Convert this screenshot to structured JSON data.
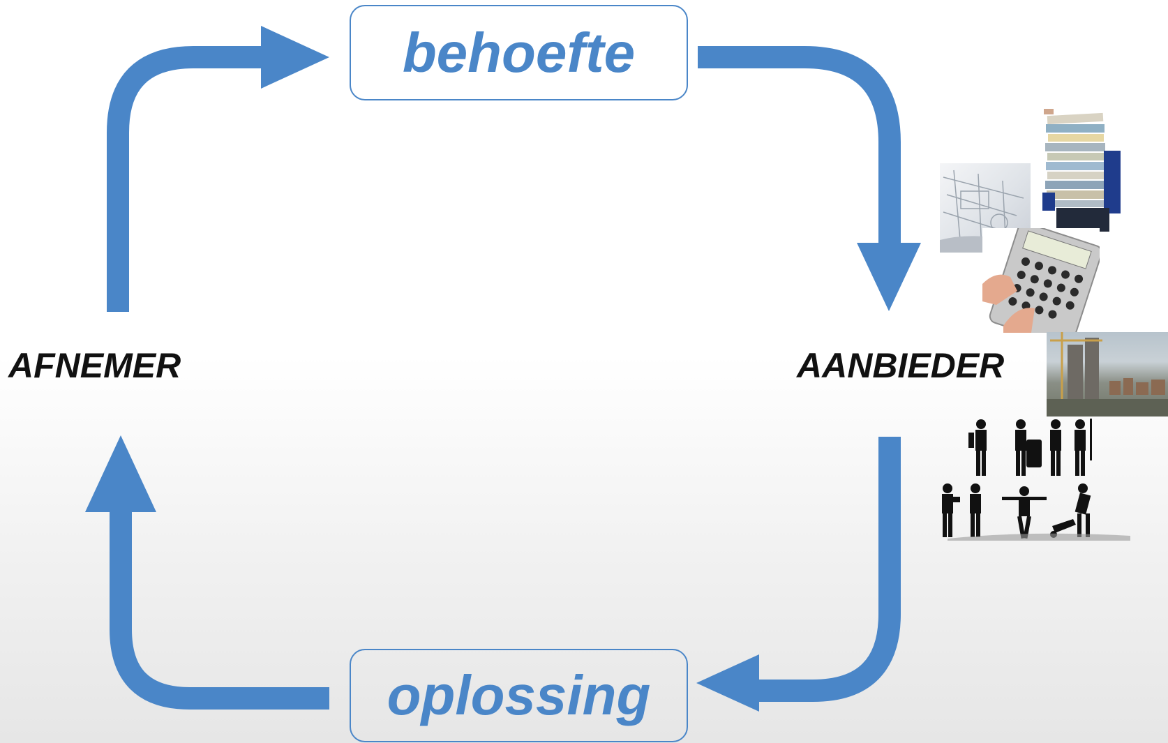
{
  "diagram": {
    "need_label": "behoefte",
    "solution_label": "oplossing",
    "buyer_label": "AFNEMER",
    "supplier_label": "AANBIEDER"
  },
  "colors": {
    "accent": "#4a86c8",
    "text": "#111111"
  },
  "images": [
    {
      "icon": "blueprint-photo"
    },
    {
      "icon": "document-stack-photo"
    },
    {
      "icon": "calculator-photo"
    },
    {
      "icon": "construction-site-photo"
    },
    {
      "icon": "workers-silhouette"
    }
  ]
}
